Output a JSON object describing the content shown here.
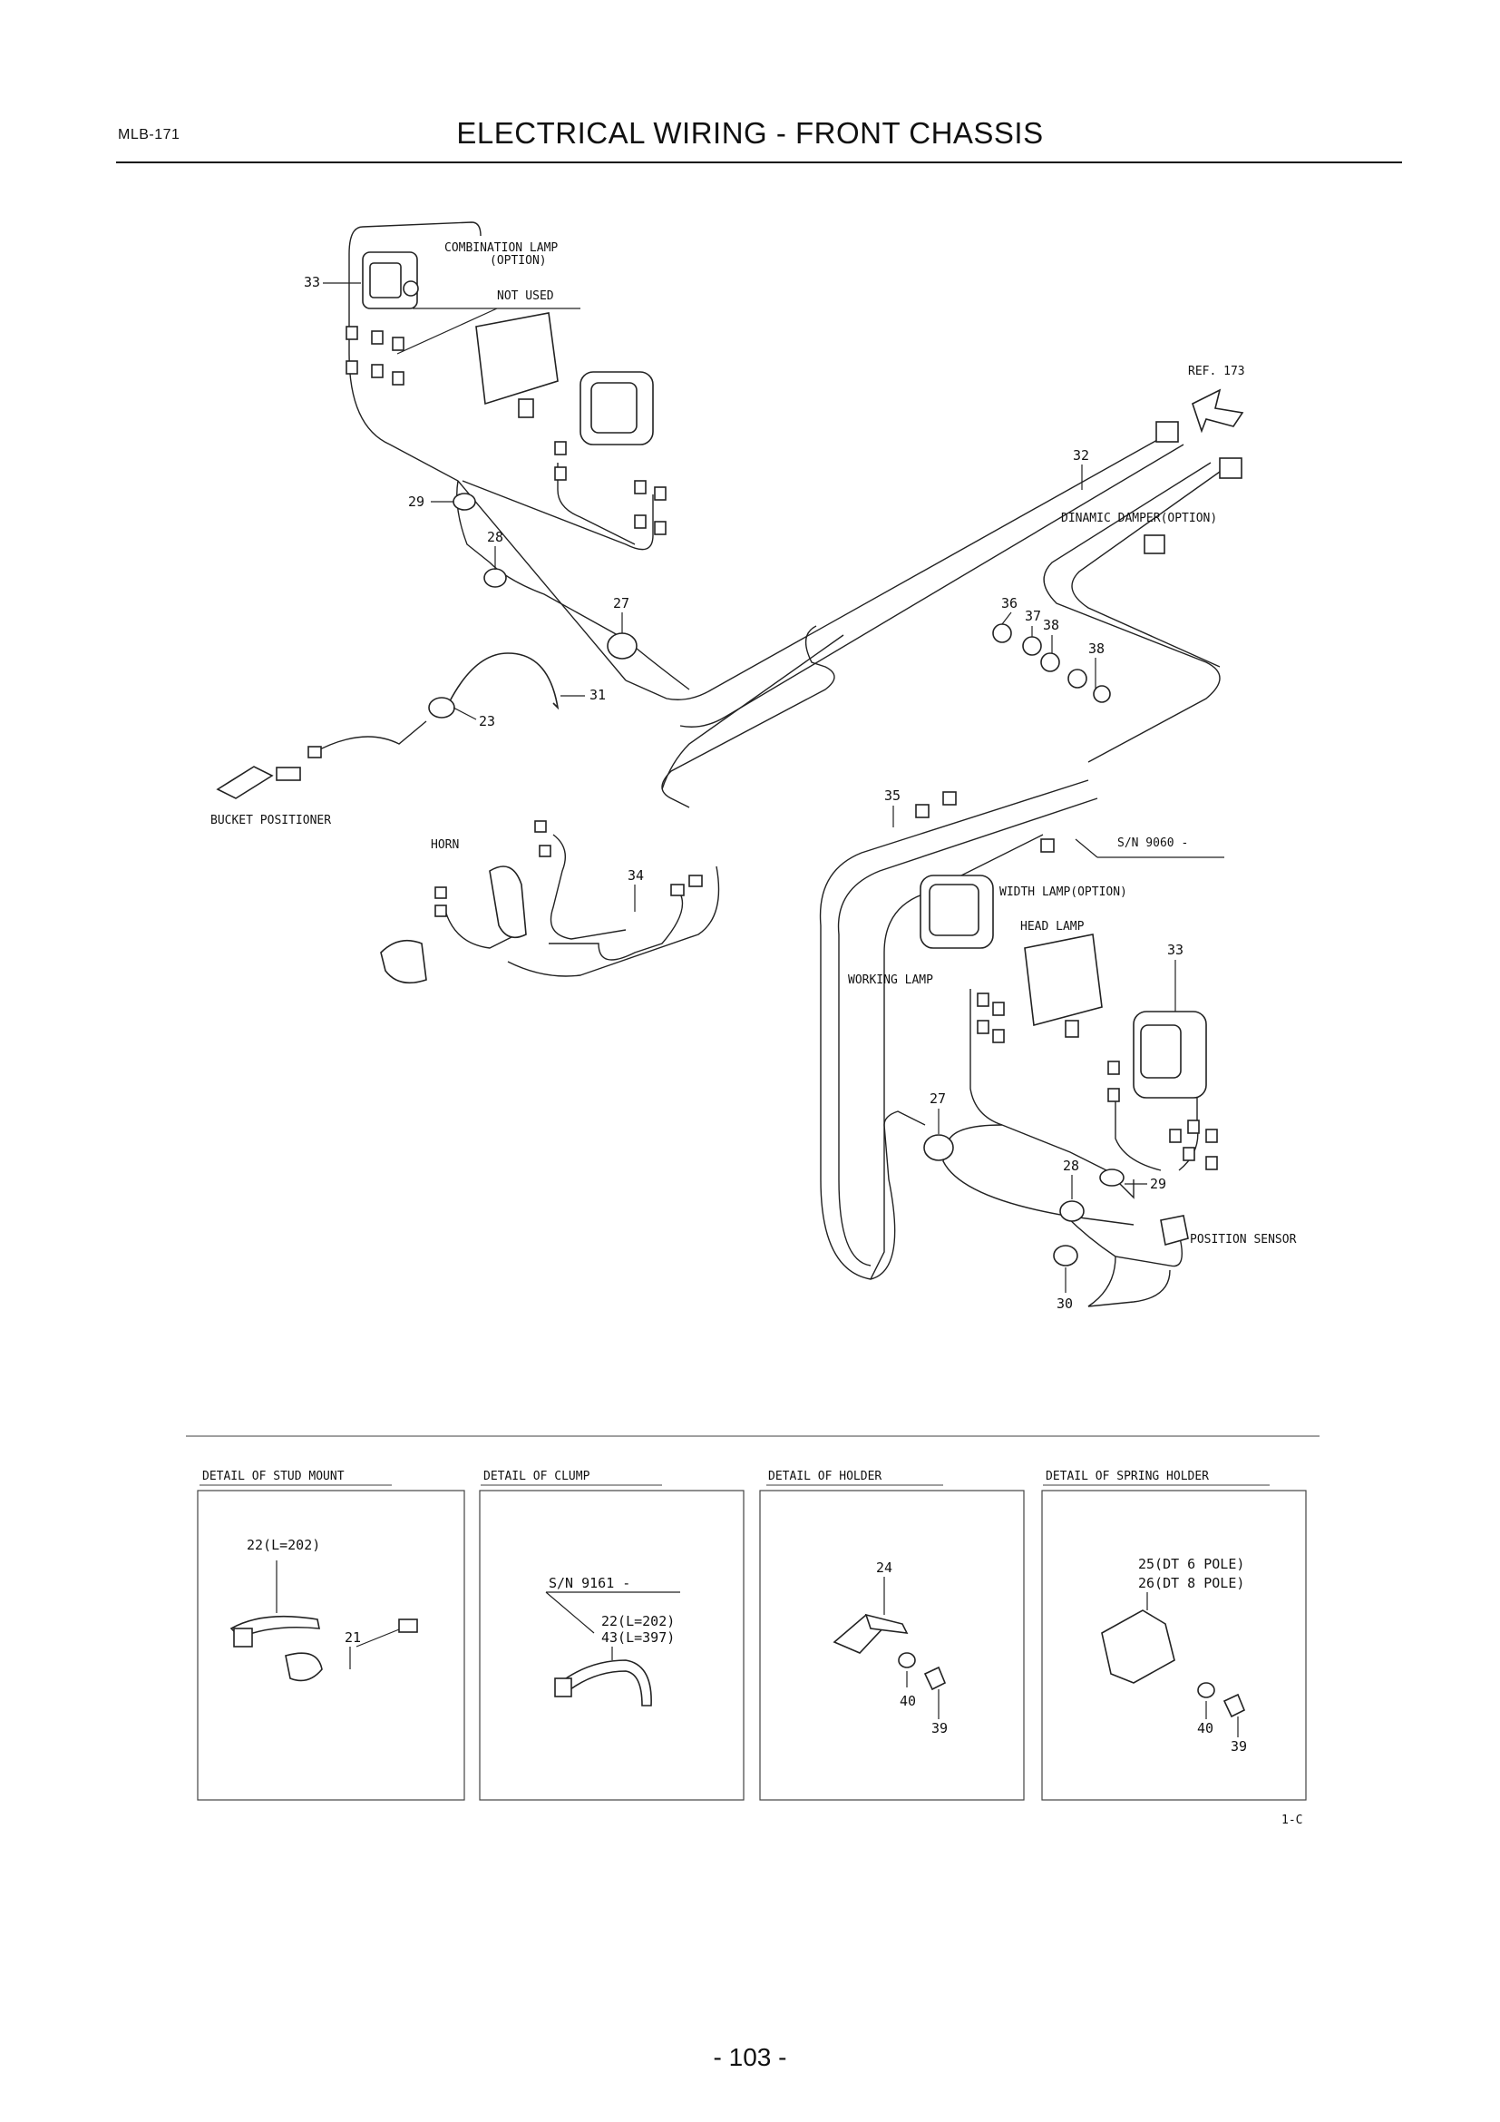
{
  "header": {
    "doc_code": "MLB-171",
    "title": "ELECTRICAL WIRING - FRONT CHASSIS"
  },
  "diagram": {
    "labels": {
      "combination_lamp": "COMBINATION LAMP",
      "option": "(OPTION)",
      "not_used": "NOT USED",
      "ref": "REF. 173",
      "dinamic_damper": "DINAMIC DAMPER(OPTION)",
      "bucket_positioner": "BUCKET POSITIONER",
      "horn": "HORN",
      "sn_9060": "S/N 9060 -",
      "width_lamp": "WIDTH LAMP(OPTION)",
      "head_lamp": "HEAD LAMP",
      "working_lamp": "WORKING LAMP",
      "position_sensor": "POSITION SENSOR"
    },
    "callouts": {
      "n33_top": "33",
      "n29_top": "29",
      "n28_top": "28",
      "n27_top": "27",
      "n23": "23",
      "n31": "31",
      "n32": "32",
      "n36": "36",
      "n37": "37",
      "n38a": "38",
      "n38b": "38",
      "n35": "35",
      "n34": "34",
      "n33_bottom": "33",
      "n27_bottom": "27",
      "n28_bottom": "28",
      "n29_bottom": "29",
      "n30": "30"
    }
  },
  "details": [
    {
      "title": "DETAIL OF STUD MOUNT",
      "callouts": [
        "22(L=202)",
        "21"
      ]
    },
    {
      "title": "DETAIL OF CLUMP",
      "callouts": [
        "S/N 9161 -",
        "22(L=202)",
        "43(L=397)"
      ]
    },
    {
      "title": "DETAIL OF HOLDER",
      "callouts": [
        "24",
        "40",
        "39"
      ]
    },
    {
      "title": "DETAIL OF SPRING HOLDER",
      "callouts": [
        "25(DT 6 POLE)",
        "26(DT 8 POLE)",
        "40",
        "39"
      ]
    }
  ],
  "figure_code": "1-C",
  "page_number": "- 103 -"
}
